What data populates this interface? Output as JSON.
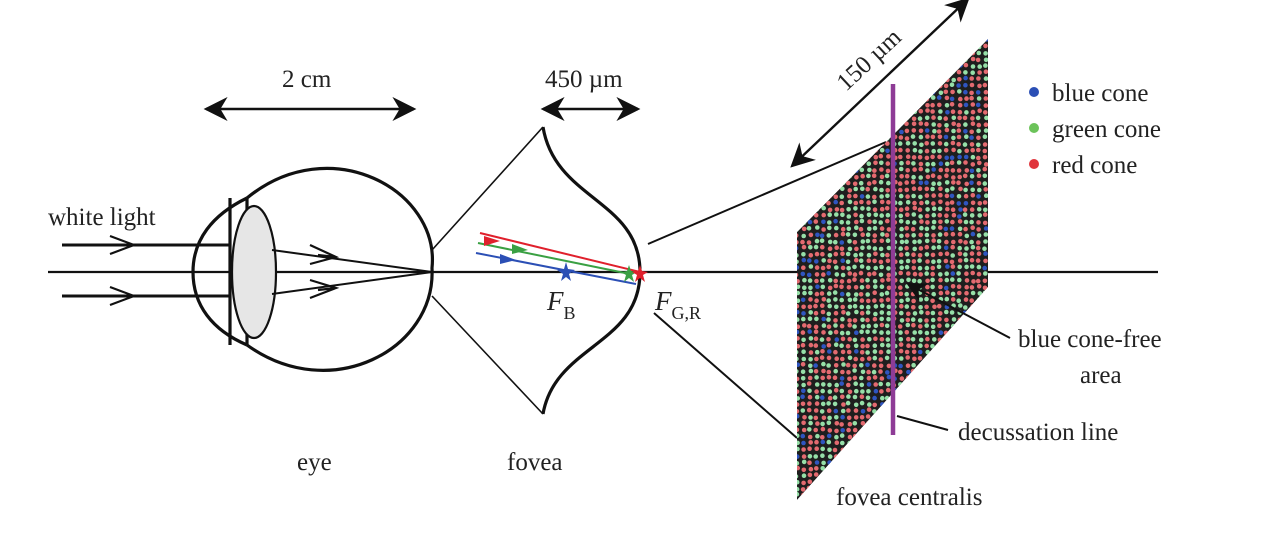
{
  "labels": {
    "white_light": "white light",
    "eye_width": "2 cm",
    "fovea_width": "450 µm",
    "centralis_width": "150 µm",
    "eye": "eye",
    "fovea": "fovea",
    "focus_blue": "F",
    "focus_blue_sub": "B",
    "focus_gr": "F",
    "focus_gr_sub": "G,R",
    "blue_free_line1": "blue cone-free",
    "blue_free_line2": "area",
    "decussation": "decussation line",
    "fovea_centralis": "fovea centralis"
  },
  "legend": [
    {
      "label": "blue cone",
      "color": "#2b4fb5"
    },
    {
      "label": "green cone",
      "color": "#6cc35a"
    },
    {
      "label": "red cone",
      "color": "#e0353c"
    }
  ],
  "colors": {
    "blue_ray": "#2b4fb5",
    "green_ray": "#3aa043",
    "red_ray": "#e0202c",
    "decussation_line": "#8e3c96",
    "lens_fill": "#e6e6e6",
    "cone_dark": "#1e1e1e",
    "cone_red": "#e46a70",
    "cone_green": "#96e0a8",
    "cone_blue": "#2f55c0"
  }
}
